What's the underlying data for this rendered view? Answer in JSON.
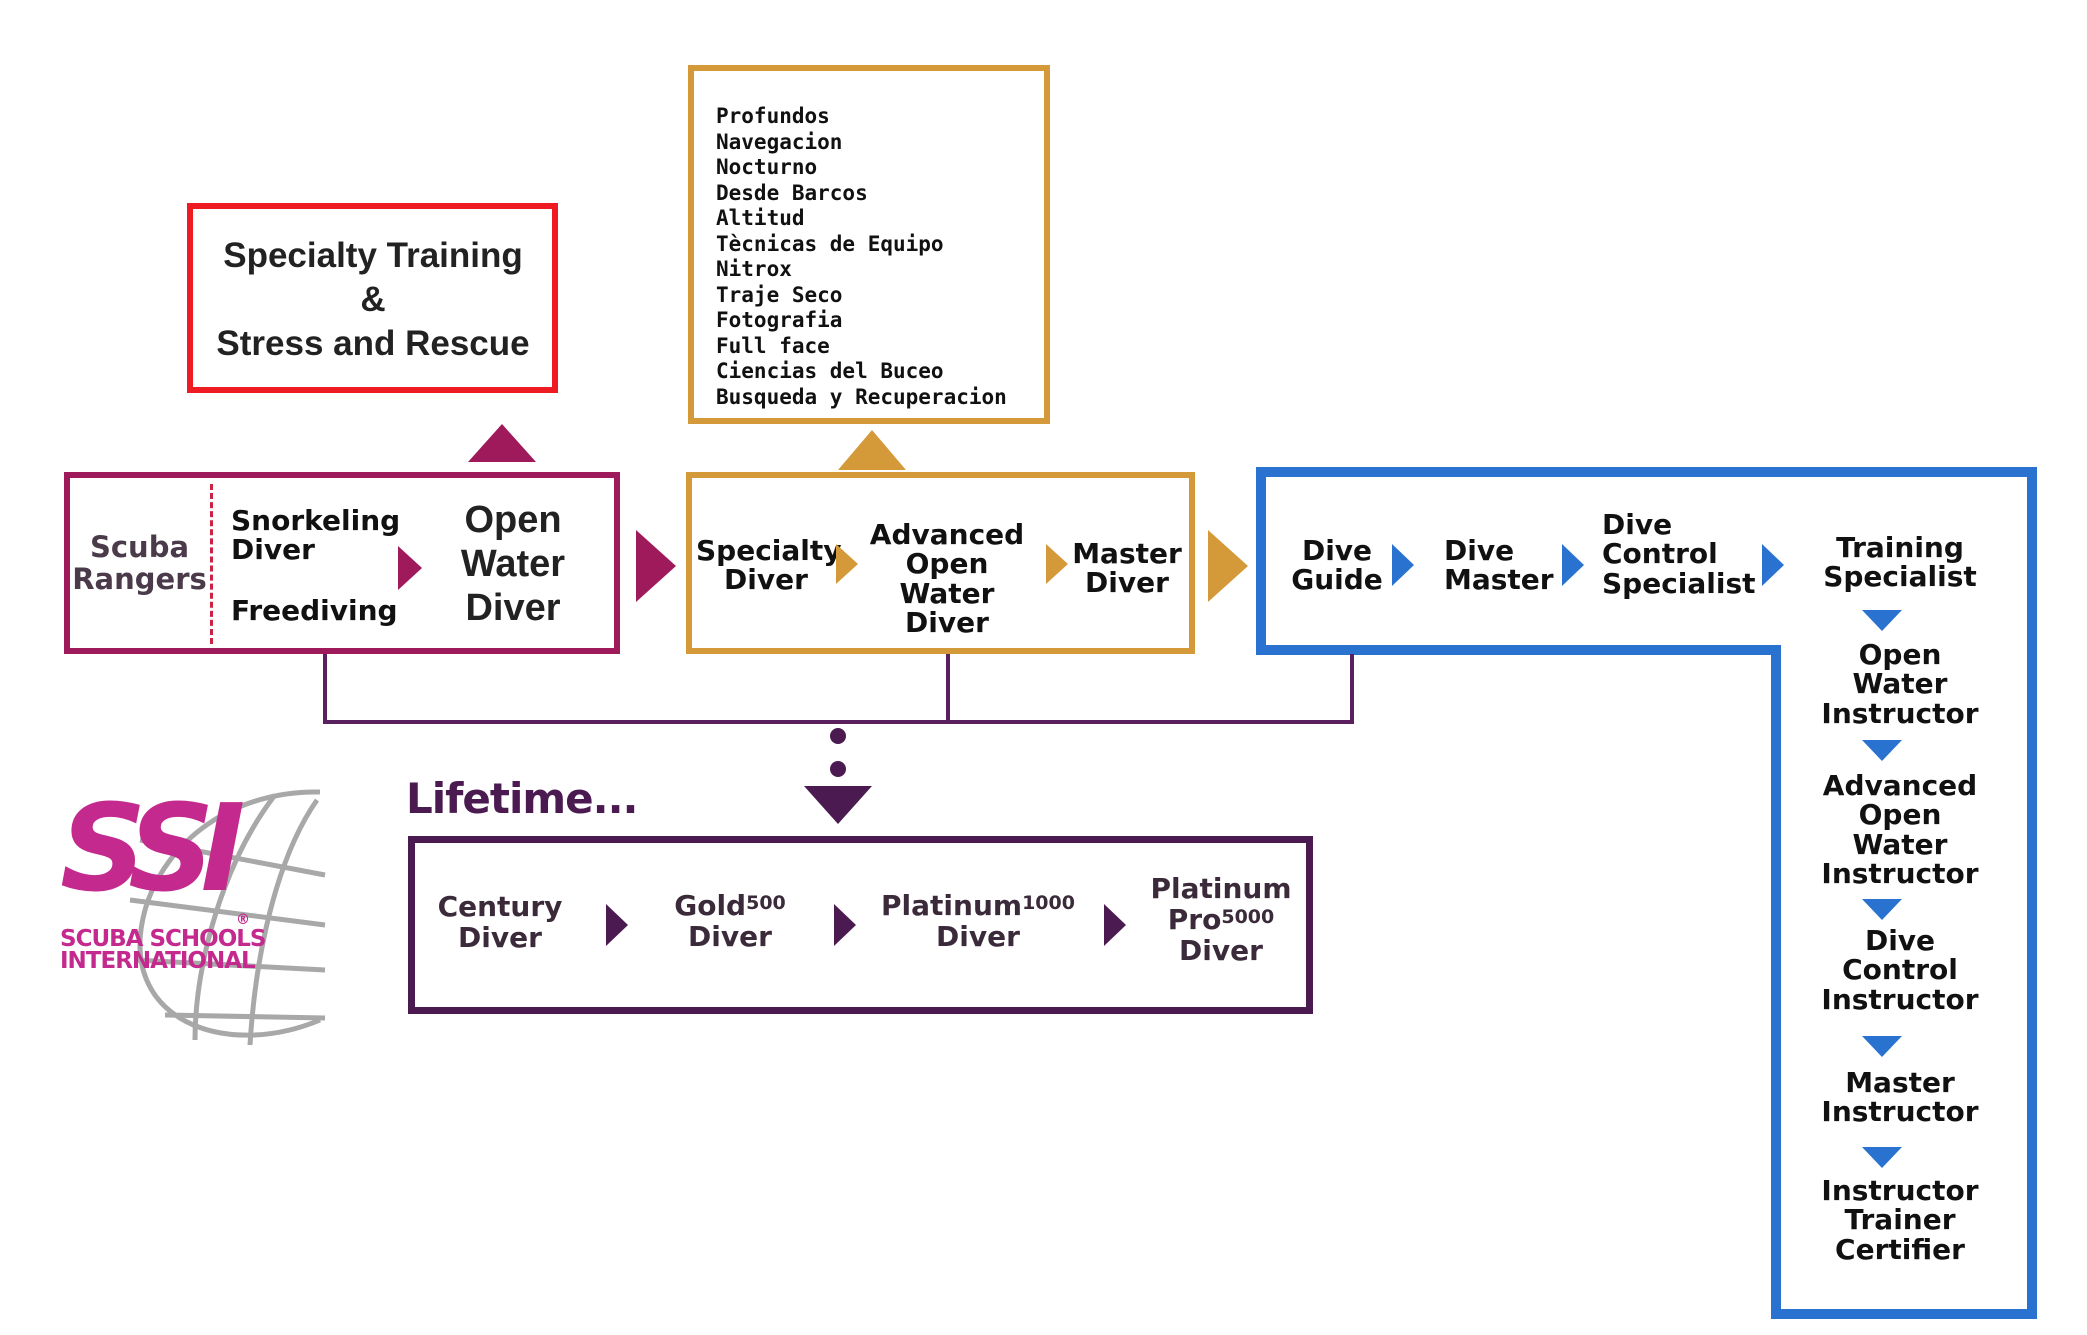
{
  "colors": {
    "red": "#ef1b23",
    "magenta": "#9e1a5a",
    "gold": "#d49a3a",
    "blue": "#2a72d0",
    "purple": "#4a1a50",
    "logo_pink": "#c42a8e",
    "globe_gray": "#9a9a9a"
  },
  "specialty_box": {
    "line1": "Specialty Training",
    "line2": "&",
    "line3": "Stress and Rescue"
  },
  "specialty_list": [
    "Profundos",
    "Navegacion",
    "Nocturno",
    "Desde Barcos",
    "Altitud",
    "Tècnicas de Equipo",
    "Nitrox",
    "Traje Seco",
    "Fotografia",
    "Full face",
    "Ciencias del Buceo",
    "Busqueda y Recuperacion"
  ],
  "entry_box": {
    "scuba_rangers": [
      "Scuba",
      "Rangers"
    ],
    "snorkeling": [
      "Snorkeling",
      "Diver"
    ],
    "freediving": "Freediving",
    "open_water": [
      "Open",
      "Water",
      "Diver"
    ]
  },
  "middle_box": {
    "specialty_diver": [
      "Specialty",
      "Diver"
    ],
    "advanced": [
      "Advanced",
      "Open Water",
      "Diver"
    ],
    "master_diver": [
      "Master",
      "Diver"
    ]
  },
  "pro_row": {
    "dive_guide": [
      "Dive",
      "Guide"
    ],
    "dive_master": [
      "Dive",
      "Master"
    ],
    "dcs": [
      "Dive",
      "Control",
      "Specialist"
    ],
    "training_specialist": [
      "Training",
      "Specialist"
    ]
  },
  "pro_column": {
    "owi": [
      "Open",
      "Water",
      "Instructor"
    ],
    "aowi": [
      "Advanced",
      "Open",
      "Water",
      "Instructor"
    ],
    "dci": [
      "Dive",
      "Control",
      "Instructor"
    ],
    "master_instructor": [
      "Master",
      "Instructor"
    ],
    "itc": [
      "Instructor",
      "Trainer",
      "Certifier"
    ]
  },
  "lifetime": {
    "title": "Lifetime...",
    "century": [
      "Century",
      "Diver"
    ],
    "gold": {
      "name": "Gold",
      "num": "500",
      "role": "Diver"
    },
    "platinum": {
      "name": "Platinum",
      "num": "1000",
      "role": "Diver"
    },
    "pro": {
      "name1": "Platinum",
      "name2": "Pro",
      "num": "5000",
      "role": "Diver"
    }
  },
  "logo": {
    "mark": "SSI",
    "line1": "SCUBA SCHOOLS",
    "line2": "INTERNATIONAL",
    "reg": "®"
  }
}
